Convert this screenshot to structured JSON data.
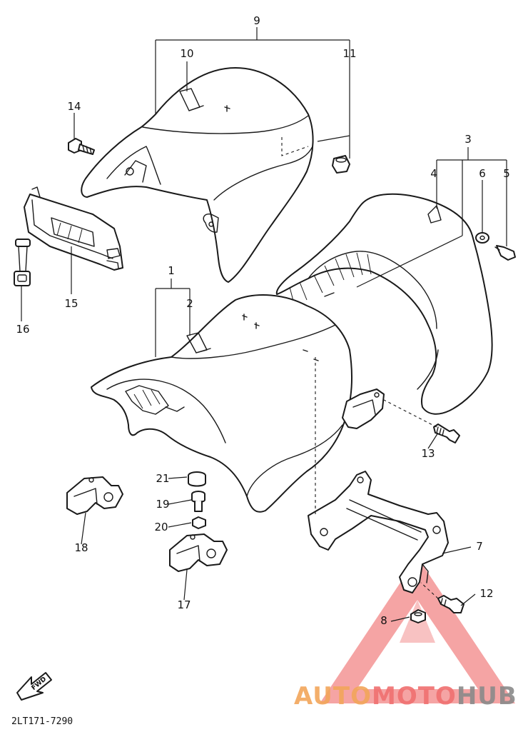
{
  "labels": {
    "p1": "1",
    "p2": "2",
    "p3": "3",
    "p4": "4",
    "p5": "5",
    "p6": "6",
    "p7": "7",
    "p8": "8",
    "p9": "9",
    "p10": "10",
    "p11": "11",
    "p12": "12",
    "p13": "13",
    "p14": "14",
    "p15": "15",
    "p16": "16",
    "p17": "17",
    "p18": "18",
    "p19": "19",
    "p20": "20",
    "p21": "21"
  },
  "diagram_code": "2LT171-7290",
  "fwd_label": "FWD",
  "watermark": {
    "part1": "AUTO",
    "part2": "MOTO",
    "part3": "HUB"
  },
  "colors": {
    "watermark_red": "#f07070",
    "watermark_orange": "#f2a65a",
    "watermark_gray": "#8a8a8a"
  }
}
